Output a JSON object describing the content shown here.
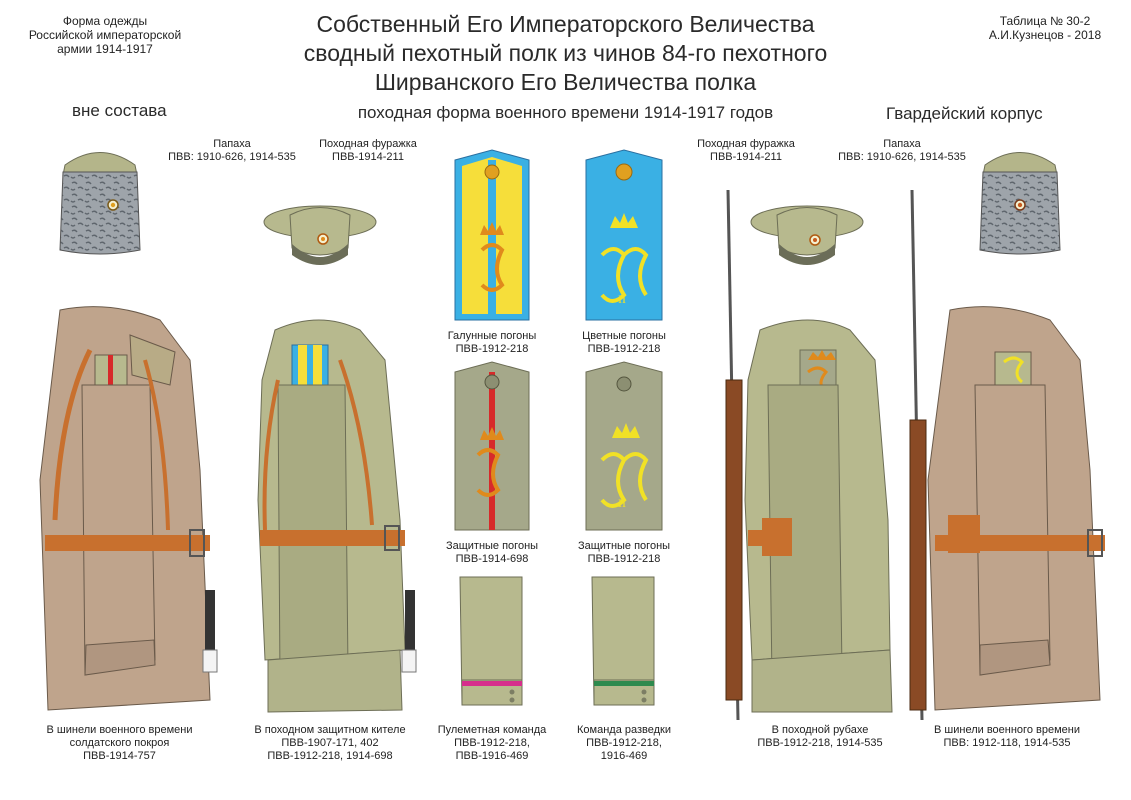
{
  "header": {
    "top_left": [
      "Форма одежды",
      "Российской императорской",
      "армии 1914-1917"
    ],
    "title_lines": [
      "Собственный Его Императорского Величества",
      "сводный пехотный полк из чинов 84-го пехотного",
      "Ширванского Его Величества полка"
    ],
    "subtitle": "походная форма военного времени 1914-1917 годов",
    "top_right": [
      "Таблица № 30-2",
      "А.И.Кузнецов - 2018"
    ],
    "left_section": "вне состава",
    "right_section": "Гвардейский корпус"
  },
  "headgear": {
    "papakha_left": [
      "Папаха",
      "ПВВ: 1910-626, 1914-535"
    ],
    "cap_left": [
      "Походная фуражка",
      "ПВВ-1914-211"
    ],
    "cap_right": [
      "Походная фуражка",
      "ПВВ-1914-211"
    ],
    "papakha_right": [
      "Папаха",
      "ПВВ: 1910-626, 1914-535"
    ]
  },
  "shoulder_boards": {
    "galun": [
      "Галунные погоны",
      "ПВВ-1912-218"
    ],
    "color": [
      "Цветные погоны",
      "ПВВ-1912-218"
    ],
    "protect_1914": [
      "Защитные погоны",
      "ПВВ-1914-698"
    ],
    "protect_1912": [
      "Защитные  погоны",
      "ПВВ-1912-218"
    ],
    "monogram_numeral": "II"
  },
  "figures": {
    "overcoat_left": [
      "В шинели военного времени",
      "солдатского покроя",
      "ПВВ-1914-757"
    ],
    "tunic": [
      "В походном защитном кителе",
      "ПВВ-1907-171, 402",
      "ПВВ-1912-218, 1914-698"
    ],
    "machinegun": [
      "Пулеметная команда",
      "ПВВ-1912-218,",
      "ПВВ-1916-469"
    ],
    "recon": [
      "Команда разведки",
      "ПВВ-1912-218,",
      "1916-469"
    ],
    "shirt": [
      "В походной рубахе",
      "ПВВ-1912-218, 1914-535"
    ],
    "overcoat_right": [
      "В шинели военного времени",
      "ПВВ: 1912-118, 1914-535"
    ]
  },
  "colors": {
    "overcoat": "#bfa48c",
    "khaki": "#b7b98e",
    "leather": "#c8702e",
    "galun_gold": "#f6de3a",
    "board_blue": "#3ab0e4",
    "piping_red": "#d72a2a",
    "cuff_magenta": "#d62e8c",
    "cuff_green": "#2e8a4e",
    "papakha_grey": "#9aa0a6",
    "monogram_yellow": "#f1e126",
    "crown_orange": "#e08a1c"
  }
}
